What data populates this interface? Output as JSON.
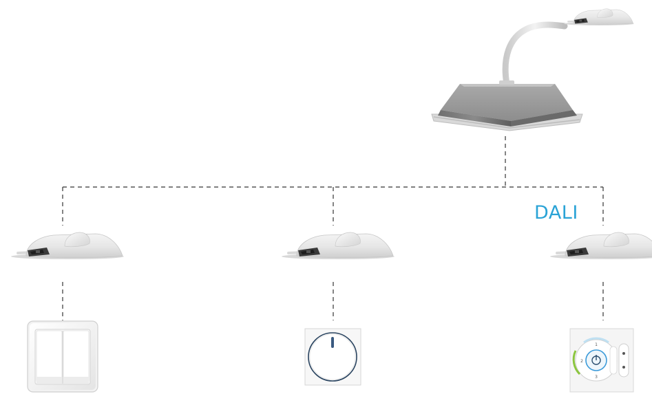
{
  "network": {
    "label": "DALI",
    "label_color": "#2aa3d6"
  },
  "panel": {
    "remote_numbers": [
      "1",
      "2",
      "3"
    ]
  },
  "icons": {
    "controller": "dali-controller-icon",
    "sensor_top": "ceiling-sensor-icon",
    "sensor_left": "sensor-unit-icon",
    "sensor_center": "sensor-unit-icon",
    "sensor_right": "sensor-unit-icon",
    "switch": "double-rocker-switch-icon",
    "dimmer": "rotary-dimmer-icon",
    "remote": "remote-control-panel-icon"
  }
}
